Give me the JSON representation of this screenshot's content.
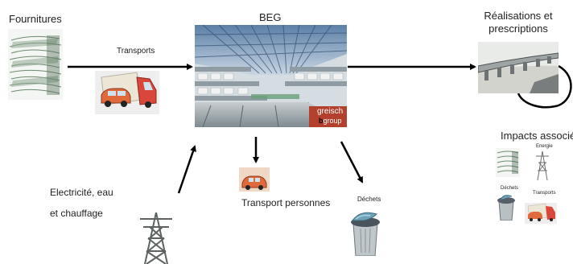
{
  "labels": {
    "fournitures": "Fournitures",
    "transports": "Transports",
    "beg": "BEG",
    "realisations_line1": "Réalisations et",
    "realisations_line2": "prescriptions",
    "impacts": "Impacts associés",
    "electricite_line1": "Electricité, eau",
    "electricite_line2": "et chauffage",
    "transport_personnes": "Transport personnes",
    "dechets": "Déchets"
  },
  "impacts_legend": {
    "energie": "Energie",
    "dechets": "Déchets",
    "transports": "Transports"
  },
  "logo": {
    "line1": "greisch",
    "line2_bold": "b",
    "line2_rest": "group"
  },
  "icons": {
    "supplies": "paper-stack-icon",
    "truck": "delivery-truck-icon",
    "car": "car-icon",
    "pylon": "power-pylon-icon",
    "trash": "trash-bin-icon",
    "bridge": "bridge-icon",
    "building": "office-building-photo"
  },
  "colors": {
    "truck_cab": "#d9463a",
    "truck_box": "#e9e4d4",
    "car": "#e06a3c",
    "logo_bg": "#b3402c",
    "arrow": "#000000"
  }
}
